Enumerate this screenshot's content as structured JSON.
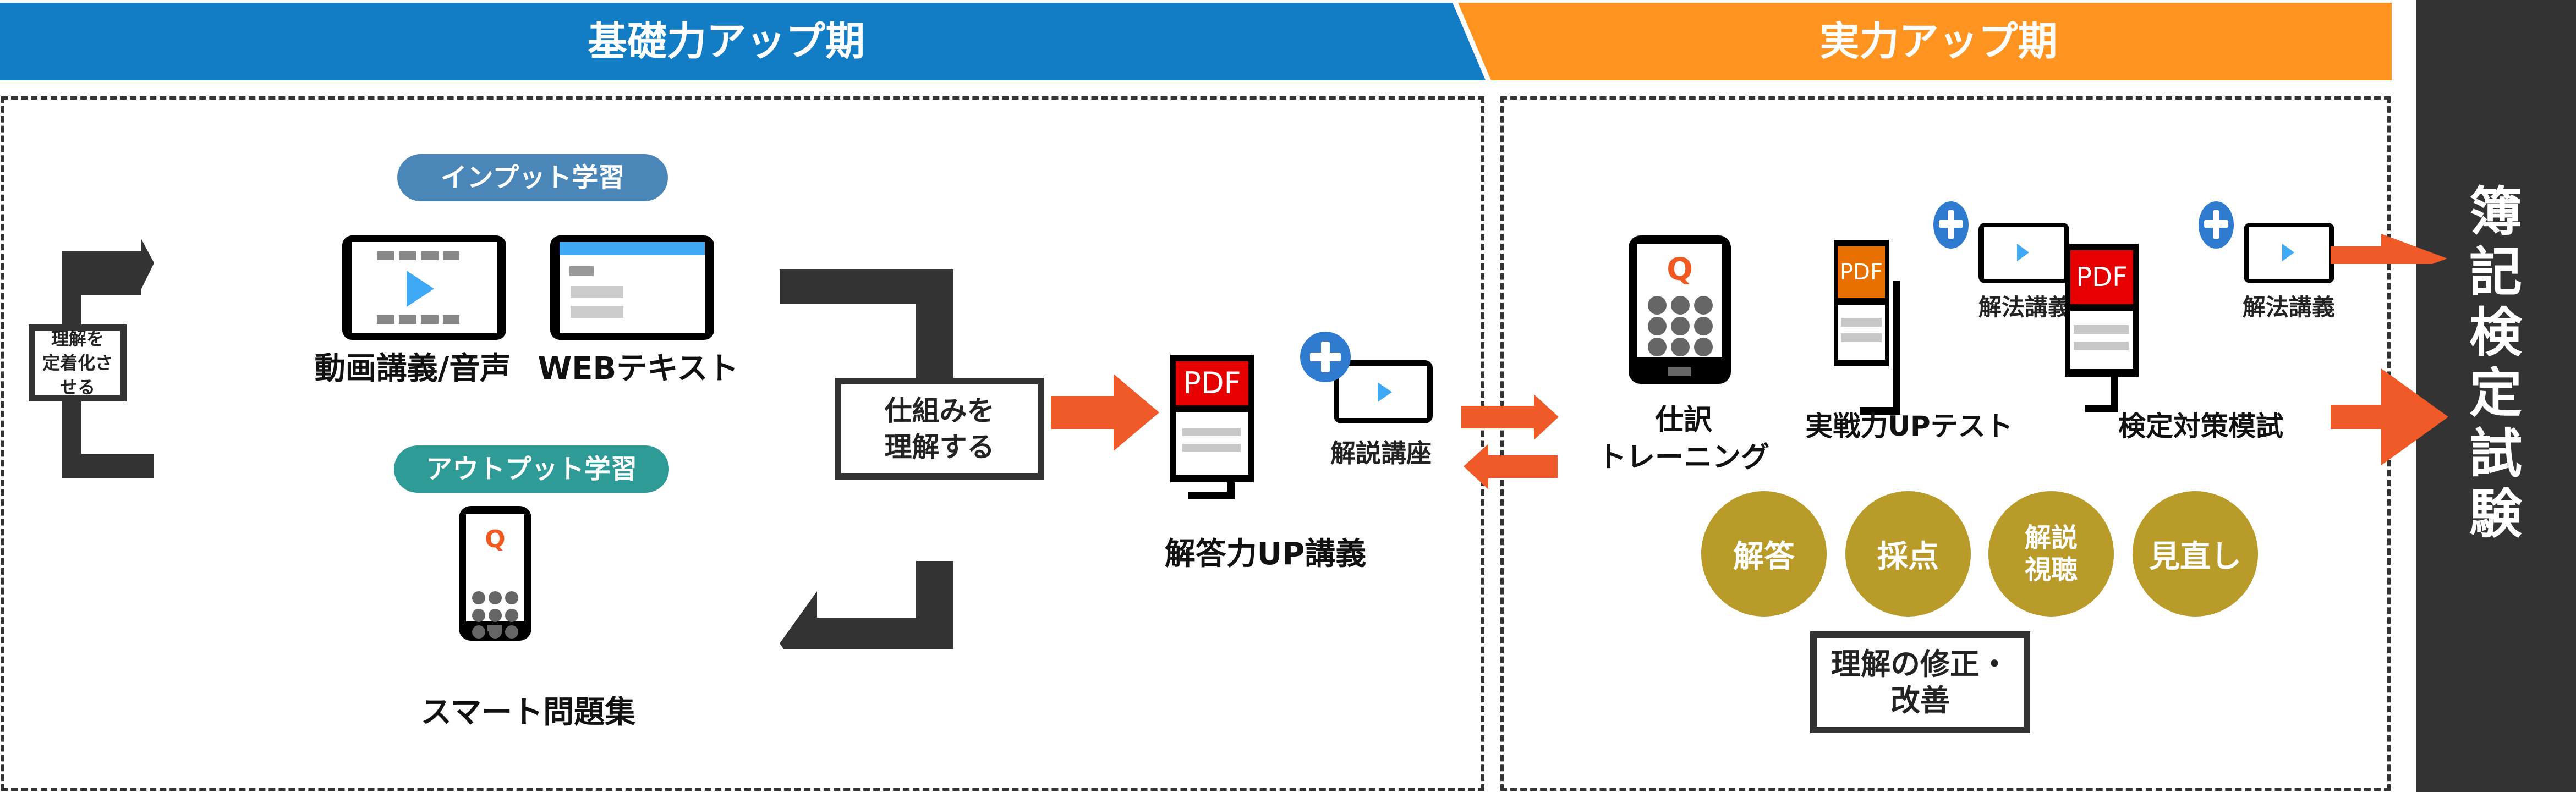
{
  "header": {
    "phase1_title": "基礎力アップ期",
    "phase2_title": "実力アップ期"
  },
  "exam": {
    "title": "簿記検定試験"
  },
  "colors": {
    "phase1": "#127dc5",
    "phase2": "#ff9421",
    "exam": "#333333",
    "arrow_orange": "#f05a28",
    "arrow_dark": "#333333",
    "input_pill": "#4a86b8",
    "output_pill": "#2e9b96",
    "circle_gold": "#b89b28",
    "pdf_red": "#e60000",
    "pdf_orange": "#e87000",
    "plus_blue": "#2f7bd0",
    "play_blue": "#3fa9f5"
  },
  "phase1": {
    "cycle_left_box": "理解を\n定着化させる",
    "cycle_right_box": "仕組みを\n理解する",
    "input_pill": "インプット学習",
    "output_pill": "アウトプット学習",
    "items": {
      "video": {
        "label": "動画講義/音声"
      },
      "web": {
        "label": "WEBテキスト"
      },
      "smart": {
        "label": "スマート問題集",
        "q_mark": "Q"
      }
    },
    "answer_up": {
      "label": "解答力UP講義",
      "pdf_label": "PDF",
      "sub_label": "解説講座"
    }
  },
  "phase2": {
    "items": [
      {
        "label": "仕訳\nトレーニング",
        "q_mark": "Q"
      },
      {
        "label": "実戦力UPテスト",
        "pdf_label": "PDF",
        "sub_label": "解法講義"
      },
      {
        "label": "検定対策模試",
        "pdf_label": "PDF",
        "sub_label": "解法講義"
      }
    ],
    "steps": [
      "解答",
      "採点",
      "解説\n視聴",
      "見直し"
    ],
    "improve_box": "理解の修正・改善"
  }
}
